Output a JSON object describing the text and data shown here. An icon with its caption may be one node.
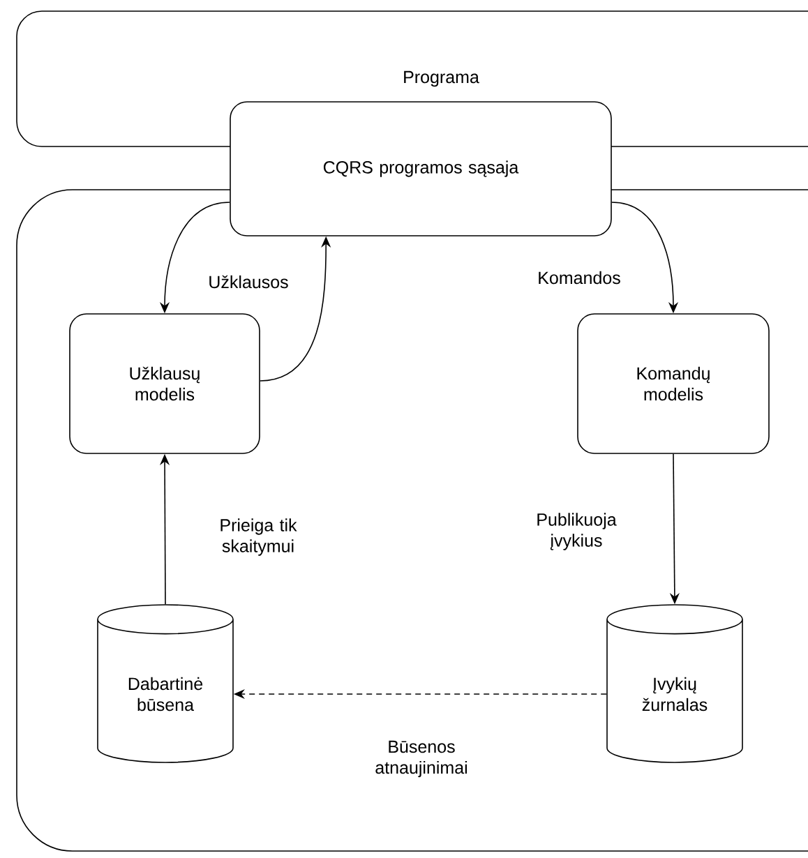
{
  "diagram": {
    "nodes": [
      {
        "text": [
          "Programa"
        ]
      },
      {
        "text": [],
        "shape": "box"
      },
      {
        "text": [
          "CQRS programos sąsaja"
        ]
      },
      {
        "text": [
          "Užklausų modelis"
        ],
        "in": 1
      },
      {
        "text": [
          "Komandų modelis"
        ],
        "in": 1
      },
      {
        "text": [
          "Dabartinė būsena"
        ],
        "in": 1
      },
      {
        "text": [
          "Įvykių žurnalas"
        ],
        "in": 1
      }
    ],
    "edges": [
      {
        "from": 2,
        "to": 3,
        "arrow": "to",
        "label": "Užklausos"
      },
      {
        "from": 3,
        "to": 2,
        "arrow": "to"
      },
      {
        "from": 2,
        "to": 4,
        "arrow": "to",
        "label": "Komandos"
      },
      {
        "from": 5,
        "to": 3,
        "arrow": "to",
        "label": "Prieiga tik skaitymui"
      },
      {
        "from": 4,
        "to": 6,
        "arrow": "to",
        "label": "Publikuoja įvykius"
      },
      {
        "from": 6,
        "to": 5,
        "arrow": "to",
        "style": "dashed",
        "label": "Būsenos atnaujinimai"
      }
    ]
  }
}
